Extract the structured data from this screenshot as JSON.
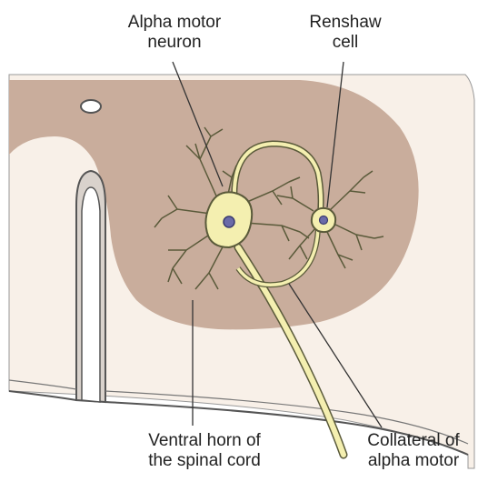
{
  "labels": {
    "alpha_motor_neuron": [
      "Alpha motor",
      "neuron"
    ],
    "renshaw_cell": [
      "Renshaw",
      "cell"
    ],
    "ventral_horn": [
      "Ventral horn of",
      "the spinal cord"
    ],
    "collateral": [
      "Collateral of",
      "alpha motor"
    ]
  },
  "colors": {
    "gray_matter": "#c9ad9c",
    "white_matter": "#f8f0e8",
    "neuron_fill": "#f4efb0",
    "neuron_outline": "#5a5a3a",
    "nucleus": "#5a5aa0",
    "leader_line": "#333333",
    "outline": "#555555"
  }
}
